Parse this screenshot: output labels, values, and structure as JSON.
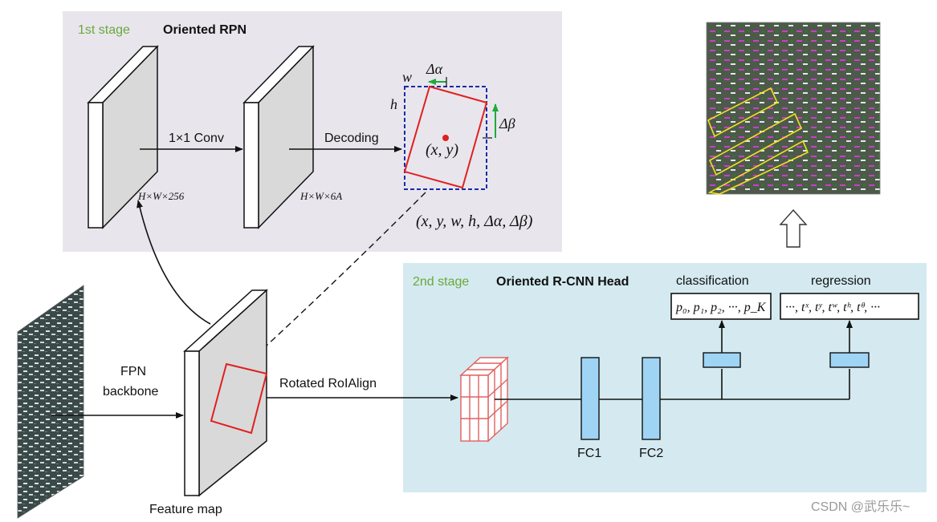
{
  "stage1": {
    "tag": "1st stage",
    "title": "Oriented RPN",
    "feat1_dims": "H×W×256",
    "feat2_dims": "H×W×6A",
    "conv_label": "1×1 Conv",
    "decoding_label": "Decoding",
    "w_label": "w",
    "h_label": "h",
    "dalpha_label": "Δα",
    "dbeta_label": "Δβ",
    "center_label": "(x, y)",
    "params_label": "(x, y, w, h, Δα, Δβ)"
  },
  "backbone": {
    "label_line1": "FPN",
    "label_line2": "backbone",
    "feature_map_label": "Feature map",
    "roialign_label": "Rotated RoIAlign"
  },
  "stage2": {
    "tag": "2nd stage",
    "title": "Oriented R-CNN Head",
    "classification_label": "classification",
    "regression_label": "regression",
    "class_output": "p₀, p₁, p₂, ···, p_K",
    "reg_output": "···, tˣ, tʸ, tʷ, tʰ, tᶿ, ···",
    "fc1_label": "FC1",
    "fc2_label": "FC2"
  },
  "watermark": "CSDN @武乐乐~",
  "colors": {
    "stage1_bg": "#e8e6ec",
    "stage2_bg": "#d4eaf0",
    "stage_tag": "#6aa83c",
    "box_red": "#e02020",
    "box_blue": "#1a2aa8",
    "fc_fill": "#9fd4f5",
    "arrow_green": "#1faa3c"
  }
}
